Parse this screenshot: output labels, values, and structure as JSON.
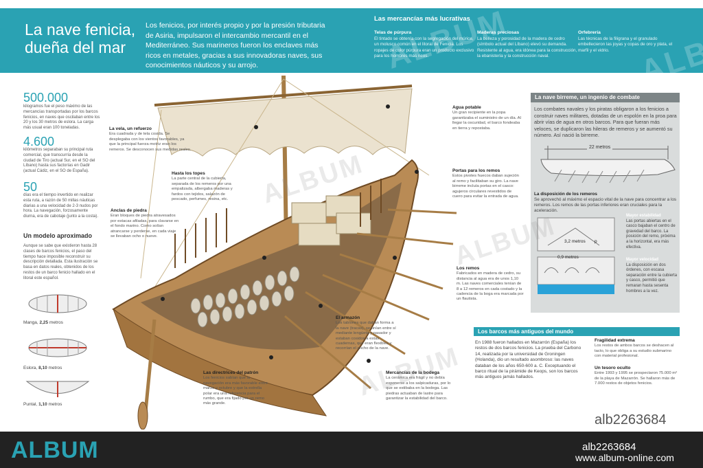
{
  "header": {
    "title": "La nave fenicia, dueña del mar",
    "intro": "Los fenicios, por interés propio y por la presión tributaria de Asiria, impulsaron el intercambio mercantil en el Mediterráneo. Sus marineros fueron los enclaves más ricos en metales, gracias a sus innovadoras naves, sus conocimientos náuticos y su arrojo.",
    "mercancias_title": "Las mercancías más lucrativas",
    "mercancias": [
      {
        "title": "Telas de púrpura",
        "text": "El tintado se obtenía con la segregación del múrice, un molusco común en el litoral de Fenicia. Los ropajes de color púrpura eran un producto exclusivo para los hombres más ricos."
      },
      {
        "title": "Maderas preciosas",
        "text": "La belleza y porosidad de la madera de cedro (símbolo actual del Líbano) elevó su demanda. Resistente al agua, era idónea para la construcción, la ebanistería y la construcción naval."
      },
      {
        "title": "Orfebrería",
        "text": "Las técnicas de la filigrana y el granulado embellecieron las joyas y copas de oro y plata, el marfil y el vidrio."
      }
    ]
  },
  "left": {
    "stats": [
      {
        "value": "500.000",
        "text": "kilogramos fue el peso máximo de las mercancías transportadas por los barcos fenicios, en naves que oscilaban entre los 20 y los 30 metros de eslora. La carga más usual eran 100 toneladas."
      },
      {
        "value": "4.600",
        "text": "kilómetros separaban su principal ruta comercial, que transcurría desde la ciudad de Tiro (actual Sur, en el SO del Líbano) hasta sus factorías en Gadir (actual Cádiz, en el SO de España)."
      },
      {
        "value": "50",
        "text": "días era el tiempo invertido en realizar esta ruta, a razón de 50 millas náuticas diarias a una velocidad de 2-3 nudos por hora. La navegación, forzosamente diurna, era de cabotaje (junto a la costa)."
      }
    ],
    "modelo_title": "Un modelo aproximado",
    "modelo_text": "Aunque se sabe que existieron hasta 28 clases de barcos fenicios, el paso del tiempo hace imposible reconstruir su descripción detallada. Esta ilustración se basa en datos reales, obtenidos de los restos de un barco fenicio hallado en el litoral este español.",
    "dims": [
      {
        "label": "Manga",
        "value": "2,25",
        "unit": "metros"
      },
      {
        "label": "Eslora",
        "value": "8,10",
        "unit": "metros"
      },
      {
        "label": "Puntal",
        "value": "1,10",
        "unit": "metros"
      }
    ]
  },
  "annotations": {
    "vela": {
      "title": "La vela, un refuerzo",
      "text": "Era cuadrada y de tela cosida. Se desplegaba con los vientos favorables, ya que la principal fuerza motriz eran los remeros. Se desconocen sus medidas reales."
    },
    "topes": {
      "title": "Hasta los topes",
      "text": "La parte central de la cubierta, separada de los remeros por una empalizada, albergaba maderas y fardos con tejidos, salazón de pescado, perfumes, resina, etc."
    },
    "anclas": {
      "title": "Anclas de piedra",
      "text": "Eran bloques de piedra atravesados por estacas afiladas, para clavarse en el fondo marino. Como solían atrancarse y perderse, en cada viaje se llevaban ocho o nueve."
    },
    "agua": {
      "title": "Agua potable",
      "text": "Un gran recipiente en la popa garantizaba el suministro de un día. Al llegar la oscuridad, el barco fondeaba en tierra y repostaba."
    },
    "portas": {
      "title": "Portas para los remos",
      "text": "Estos pivotes huecos daban sujeción al remo y facilitaban su giro. La nave birreme incluía portas en el casco: agujeros circulares revestidos de cuero para evitar la entrada de agua."
    },
    "remos": {
      "title": "Los remos",
      "text": "Fabricados en madera de cedro, su distancia al agua era de unos 1,10 m. Las naves comerciales tenían de 8 a 12 remeros en cada costado y la cadencia de la boga era marcada por un flautista."
    },
    "armazon": {
      "title": "El armazón",
      "text": "Los tablones que daban forma a la nave (tracas), se unían entre sí mediante lengüeta y pasador y estaban cosidos a estas cuadernas, que eran flexibles y recorrían el ancho de la nave."
    },
    "patron": {
      "title": "Las directrices del patrón",
      "text": "Los fenicios sabían que la navegación era más favorable entre marzo y octubre y que la estrella polar era una referencia para el rumbo, que era fijado por un remo más grande."
    },
    "bodega": {
      "title": "Mercancías de la bodega",
      "text": "La cerámica era frágil y no debía exponerse a los salpicaduras, por lo que se estibaba en la bodega. Las piedras actuaban de lastre para garantizar la estabilidad del barco."
    }
  },
  "birreme": {
    "title": "La nave birreme, un ingenio de combate",
    "intro": "Los combates navales y los piratas obligaron a los fenicios a construir naves militares, dotadas de un espolón en la proa para abrir vías de agua en otros barcos. Para que fueran más veloces, se duplicaron las hileras de remeros y se aumentó su número. Así nació la birreme.",
    "length_label": "22 metros",
    "disposicion_title": "La disposición de los remeros",
    "disposicion_text": "Se aprovechó al máximo el espacio vital de la nave para concentrar a los remeros. Los remos de las portas inferiores eran cruciales para la aceleración.",
    "estabilidad_title": "Mayor estabilidad",
    "estabilidad_text": "Las portas abiertas en el casco bajaban el centro de gravedad del barco. La posición del remo, próxima a la horizontal, era más efectiva.",
    "velocidad_title": "Mayor velocidad",
    "velocidad_text": "La disposición en dos órdenes, con escasa separación entre la cubierta y casco, permitió que remaran hasta sesenta hombres a la vez.",
    "dim1": "3,2 metros",
    "dim2": "0,9 metros",
    "mark_p": "p"
  },
  "oldest": {
    "title": "Los barcos más antiguos del mundo",
    "text": "En 1988 fueron hallados en Mazarrón (España) los restos de dos barcos fenicios. La prueba del Carbono 14, realizada por la universidad de Groningen (Holanda), dio un resultado asombroso: las naves databan de los años 650-600 a. C. Exceptuando el barco ritual de la pirámide de Keops, son los barcos más antiguos jamás hallados.",
    "fragilidad_title": "Fragilidad extrema",
    "fragilidad_text": "Los restos de ambos barcos se deshacen al tacto, lo que obliga a su estudio submarino con material profesional.",
    "tesoro_title": "Un tesoro oculto",
    "tesoro_text": "Entre 1993 y 1995 se prospectaron 75.000 m² de la playa de Mazarrón. Se hallaron más de 7.000 restos de objetos fenicios."
  },
  "footer": {
    "logo": "ALBUM",
    "code": "alb2263684",
    "ref": "alb2263684",
    "site": "www.album-online.com",
    "watermark": "ALBUM"
  },
  "colors": {
    "accent": "#2aa2b3",
    "panel": "#d9dcdc",
    "footer": "#222222"
  }
}
